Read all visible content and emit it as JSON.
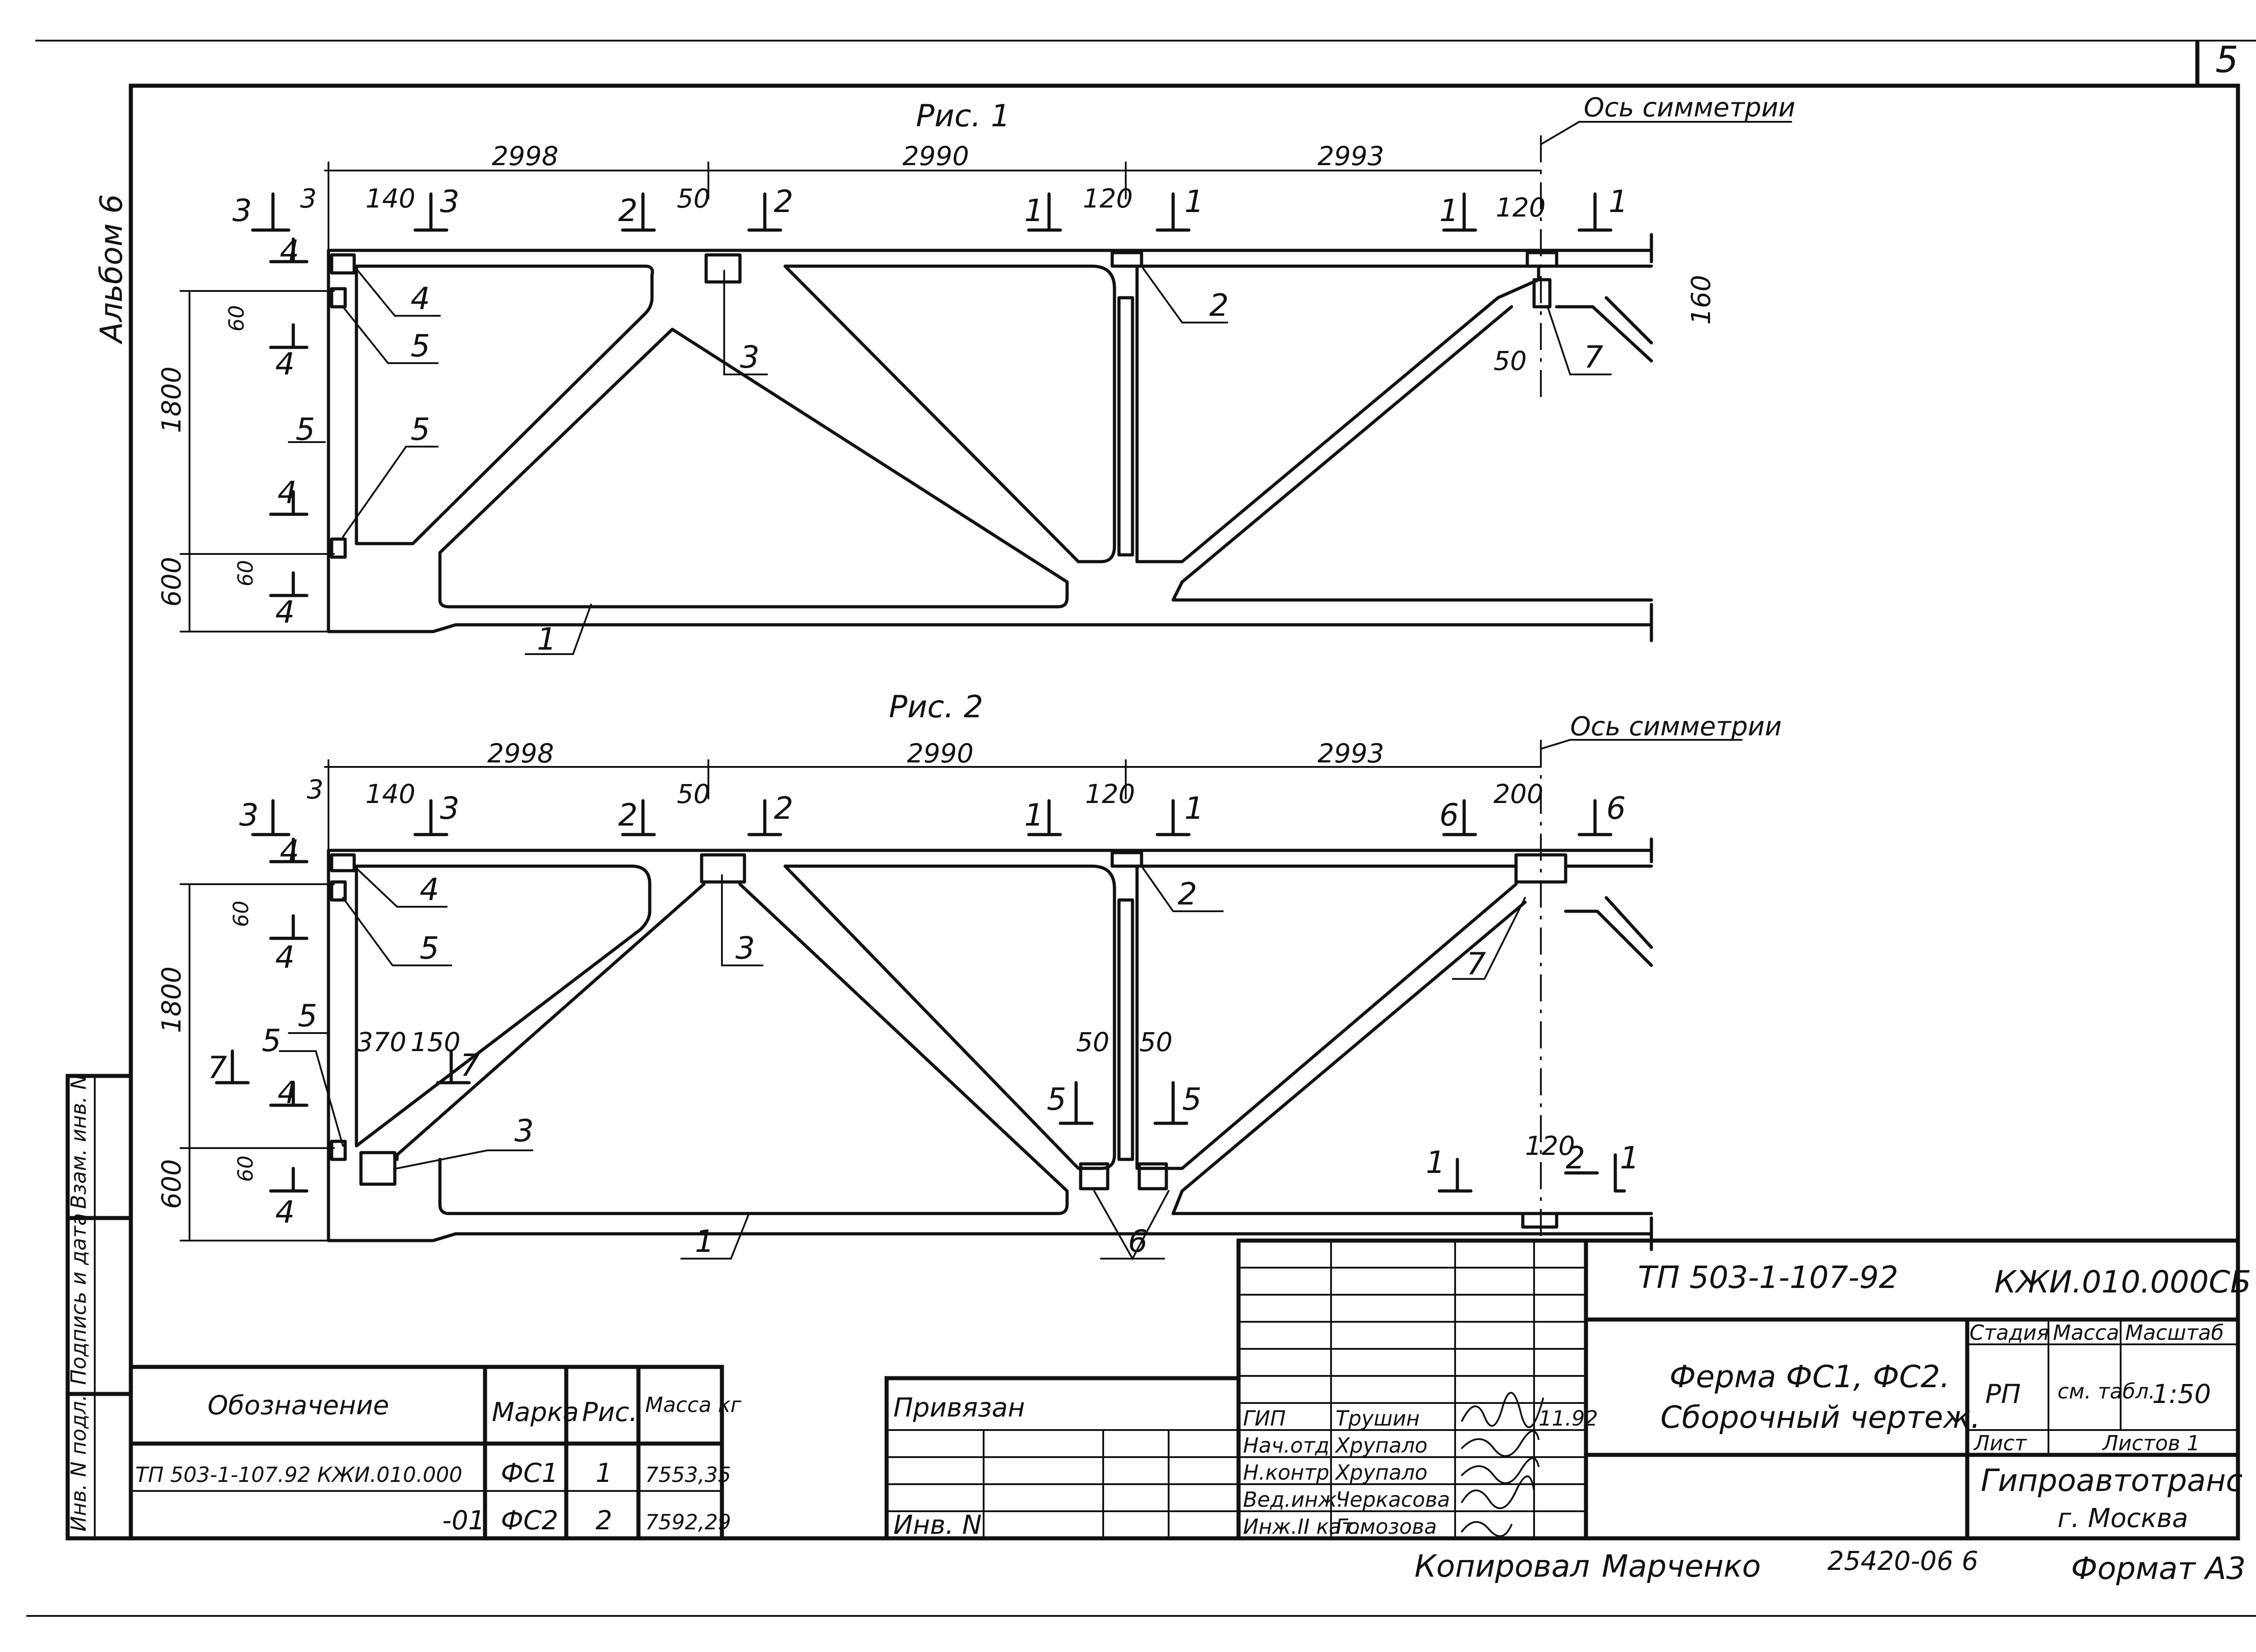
{
  "sheet": {
    "page_number": "5",
    "album": "Альбом 6"
  },
  "figures": {
    "fig1": {
      "title": "Рис. 1",
      "axis_label": "Ось симметрии",
      "dims_top": [
        "2998",
        "2990",
        "2993"
      ],
      "dims_small": [
        "140",
        "3",
        "50",
        "120",
        "120",
        "50"
      ],
      "dims_left": [
        "1800",
        "600",
        "60",
        "60",
        "160"
      ],
      "callouts": [
        "1",
        "2",
        "3",
        "4",
        "5",
        "5",
        "5",
        "7"
      ],
      "sections": [
        "3",
        "3",
        "2",
        "2",
        "1",
        "1",
        "1",
        "1",
        "4",
        "4",
        "4",
        "4"
      ]
    },
    "fig2": {
      "title": "Рис. 2",
      "axis_label": "Ось симметрии",
      "dims_top": [
        "2998",
        "2990",
        "2993"
      ],
      "dims_small": [
        "140",
        "3",
        "50",
        "120",
        "200",
        "370",
        "150",
        "50",
        "50",
        "120"
      ],
      "dims_left": [
        "1800",
        "600",
        "60",
        "60"
      ],
      "callouts": [
        "1",
        "2",
        "3",
        "3",
        "4",
        "5",
        "5",
        "5",
        "6",
        "7"
      ],
      "sections": [
        "3",
        "3",
        "2",
        "2",
        "1",
        "1",
        "6",
        "6",
        "7",
        "7",
        "5",
        "5",
        "1",
        "2",
        "1",
        "4",
        "4",
        "4",
        "4"
      ]
    }
  },
  "side_stamp": {
    "cells": [
      "Взам. инв. N",
      "Подпись и дата",
      "Инв. N подл."
    ]
  },
  "spec_table": {
    "headers": [
      "Обозначение",
      "Марка",
      "Рис.",
      "Масса кг"
    ],
    "rows": [
      {
        "designation": "ТП 503-1-107.92   КЖИ.010.000",
        "mark": "ФС1",
        "fig": "1",
        "mass": "7553,35"
      },
      {
        "designation": "-01",
        "mark": "ФС2",
        "fig": "2",
        "mass": "7592,29"
      }
    ]
  },
  "binding_table": {
    "title": "Привязан",
    "inv_label": "Инв. N"
  },
  "title_block": {
    "project_code": "ТП  503-1-107-92",
    "doc_code": "КЖИ.010.000СБ",
    "drawing_title_1": "Ферма ФС1, ФС2.",
    "drawing_title_2": "Сборочный чертеж.",
    "stage_header": "Стадия",
    "mass_header": "Масса",
    "scale_header": "Масштаб",
    "stage_value": "РП",
    "mass_value": "см. табл.",
    "scale_value": "1:50",
    "sheet_label": "Лист",
    "sheets_label": "Листов 1",
    "org_name": "Гипроавтотранс",
    "org_city": "г. Москва",
    "signers": [
      {
        "role": "ГИП",
        "name": "Трушин",
        "date": "11.92"
      },
      {
        "role": "Нач.отд",
        "name": "Хрупало",
        "date": ""
      },
      {
        "role": "Н.контр",
        "name": "Хрупало",
        "date": ""
      },
      {
        "role": "Вед.инж.",
        "name": "Черкасова",
        "date": ""
      },
      {
        "role": "Инж.II кат.",
        "name": "Гомозова",
        "date": ""
      }
    ]
  },
  "footer": {
    "copied_label": "Копировал",
    "copied_by": "Марченко",
    "order_no": "25420-06  6",
    "format": "Формат А3"
  }
}
